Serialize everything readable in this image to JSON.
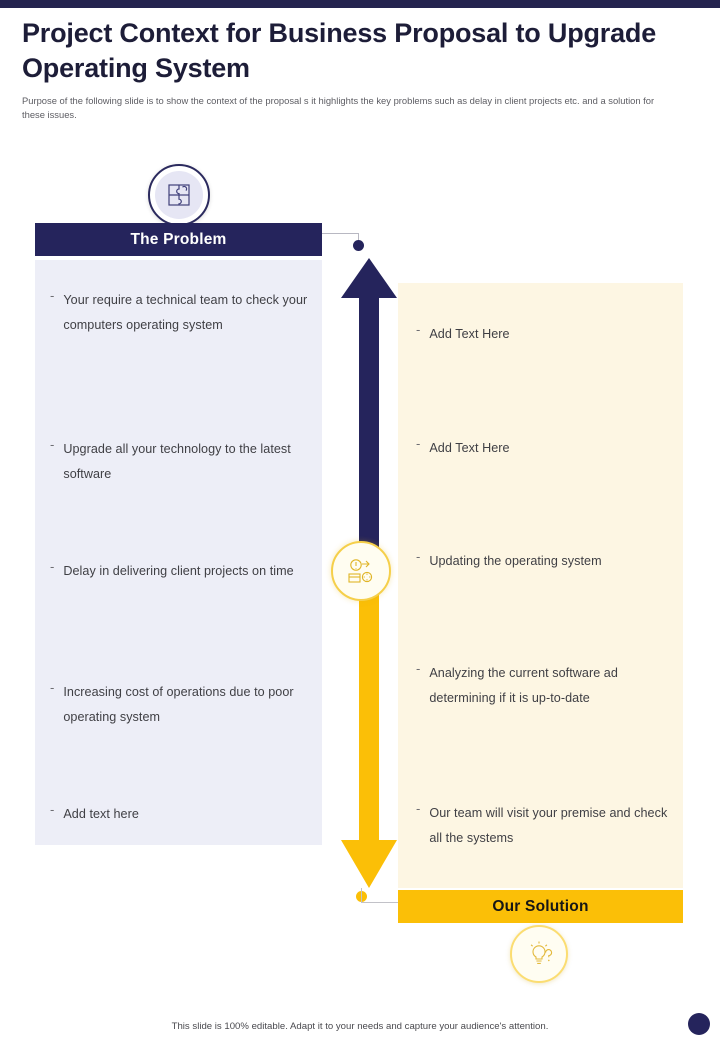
{
  "header": {
    "title": "Project Context for Business Proposal to Upgrade Operating System",
    "subtitle": "Purpose of the following slide is to show the context of the proposal s it highlights the key problems such as delay in client projects etc. and a solution for these issues."
  },
  "problem": {
    "header_label": "The Problem",
    "icon": "puzzle-piece-icon",
    "items": [
      "Your require a technical team to check your computers operating system",
      "Upgrade all your technology to the latest software",
      "Delay in delivering client projects on time",
      "Increasing cost of operations due to poor operating system",
      "Add text here"
    ],
    "bullet_marker": "-"
  },
  "solution": {
    "header_label": "Our Solution",
    "icon": "lightbulb-question-icon",
    "items": [
      "Add Text Here",
      "Add Text Here",
      "Updating the operating system",
      "Analyzing the current software ad determining  if it is up-to-date",
      "Our team will visit your premise and check all the systems"
    ],
    "bullet_marker": "-"
  },
  "center": {
    "up_arrow": "navy-up-arrow",
    "down_arrow": "gold-down-arrow",
    "mid_icon": "process-gear-icon"
  },
  "footer": {
    "note": "This slide is 100% editable. Adapt it to your needs and capture your audience's attention."
  },
  "colors": {
    "navy": "#25245c",
    "navy_dark": "#1d1d38",
    "gold": "#fbbf07",
    "lavender_panel": "#edeef7",
    "cream_panel": "#fdf6e3",
    "text_body": "#3f3f44"
  }
}
